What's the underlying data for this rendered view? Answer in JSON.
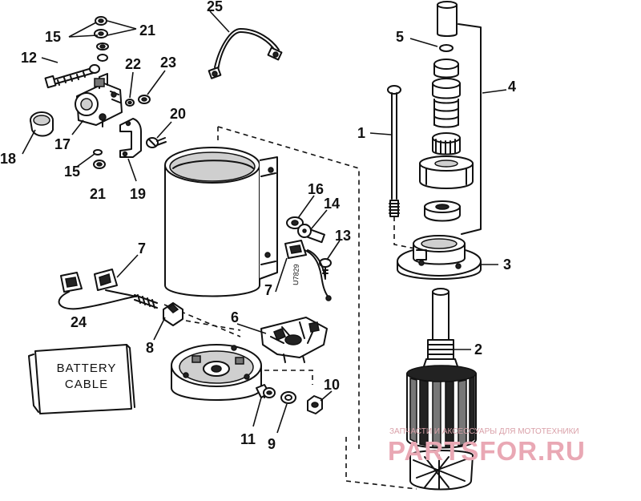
{
  "diagram": {
    "callouts": [
      "1",
      "2",
      "3",
      "4",
      "5",
      "6",
      "7",
      "7",
      "8",
      "9",
      "10",
      "11",
      "12",
      "13",
      "14",
      "15",
      "15",
      "16",
      "17",
      "18",
      "19",
      "20",
      "21",
      "21",
      "22",
      "23",
      "24",
      "25"
    ],
    "battery_label": {
      "line1": "BATTERY",
      "line2": "CABLE"
    },
    "brush_stamp": "U7829",
    "watermark": {
      "top": "ЗАПЧАСТИ И АКСЕССУАРЫ ДЛЯ МОТОТЕХНИКИ",
      "main": "PARTSFOR.RU"
    },
    "colors": {
      "ink": "#111111",
      "watermark": "#e9a8b4"
    }
  }
}
